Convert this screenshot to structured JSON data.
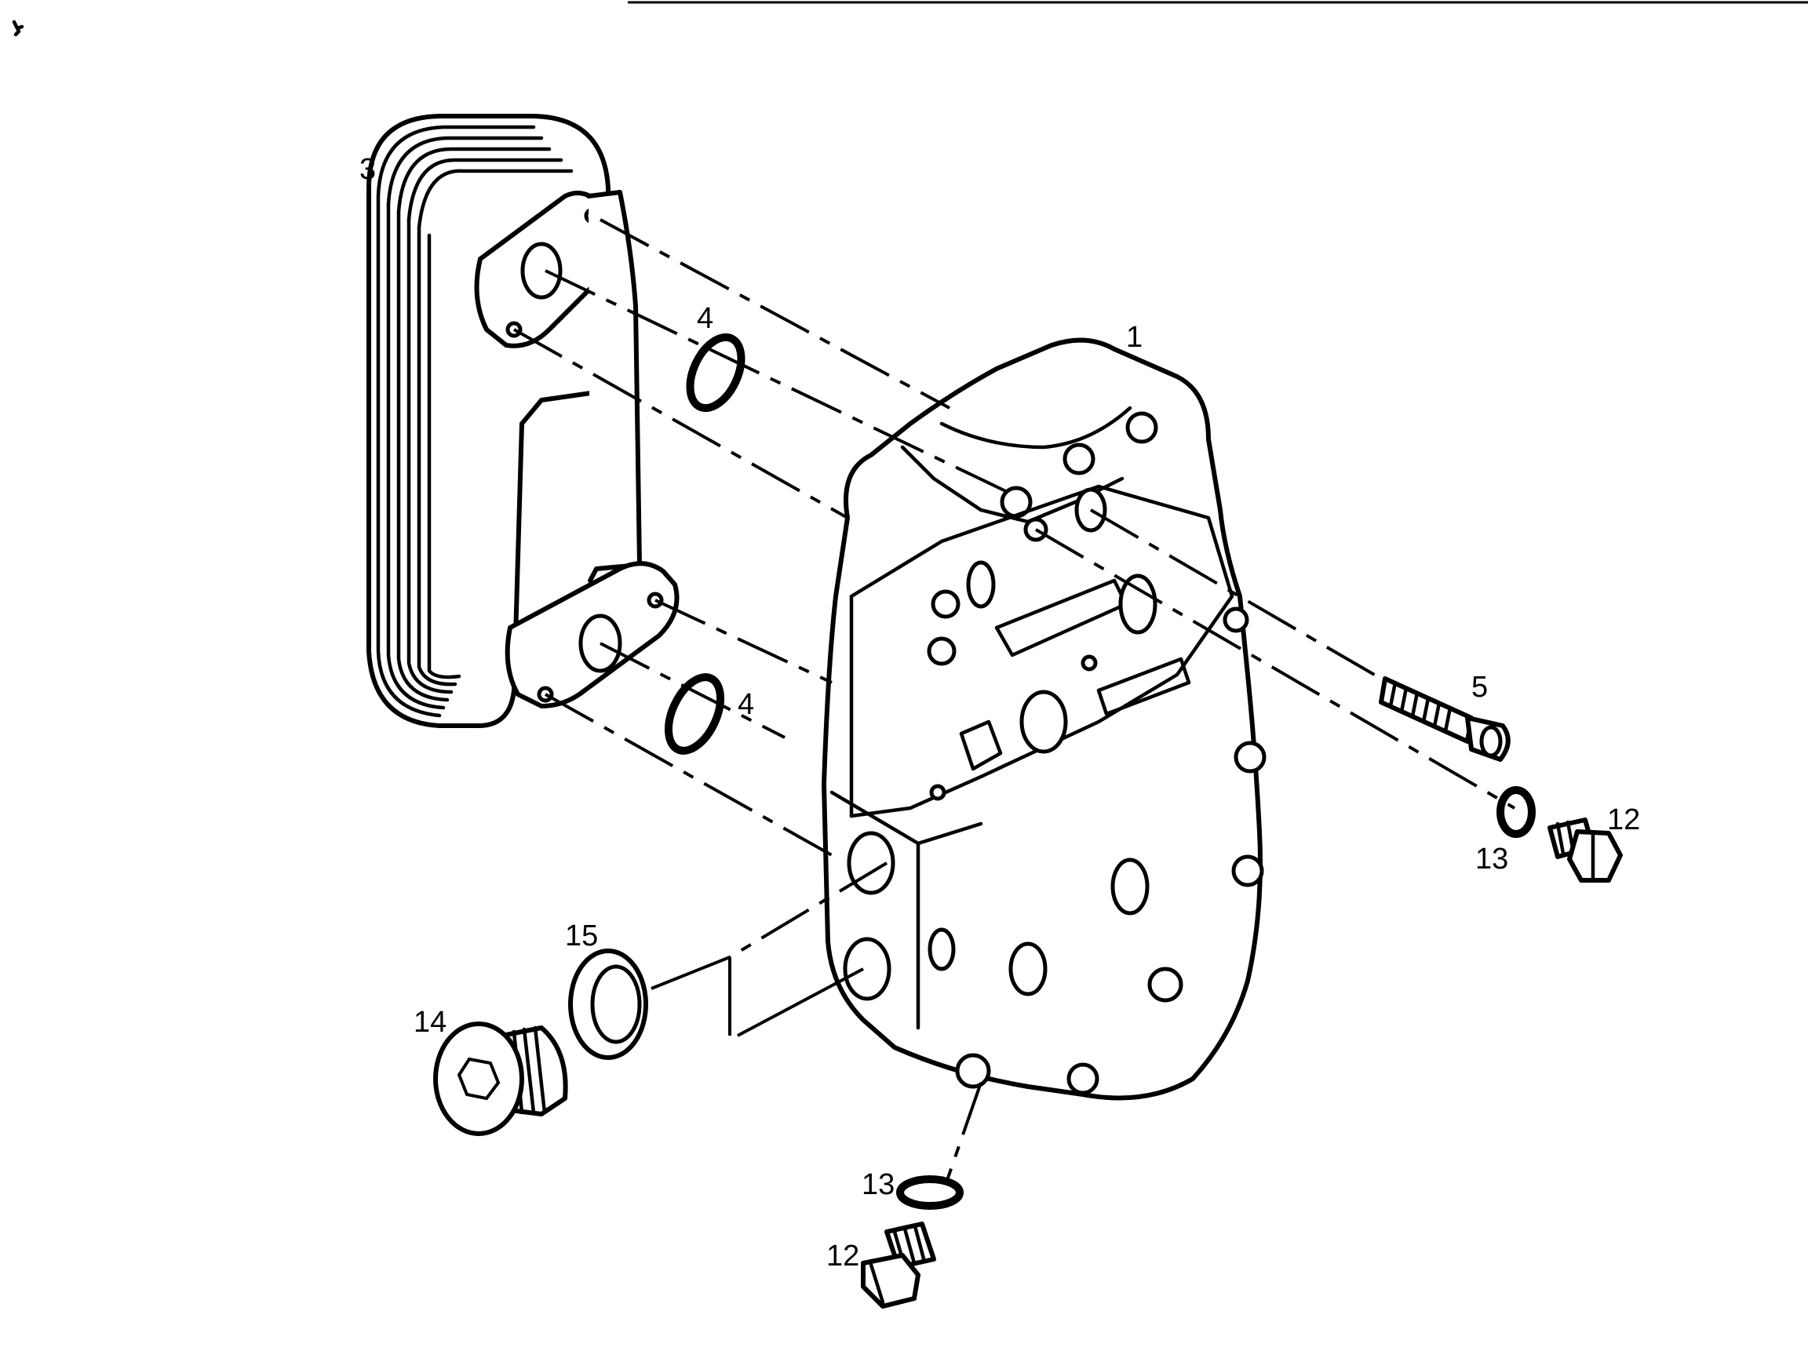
{
  "labels": {
    "l1": "1",
    "l3": "3",
    "l4a": "4",
    "l4b": "4",
    "l5": "5",
    "l12a": "12",
    "l12b": "12",
    "l13a": "13",
    "l13b": "13",
    "l14": "14",
    "l15": "15"
  }
}
